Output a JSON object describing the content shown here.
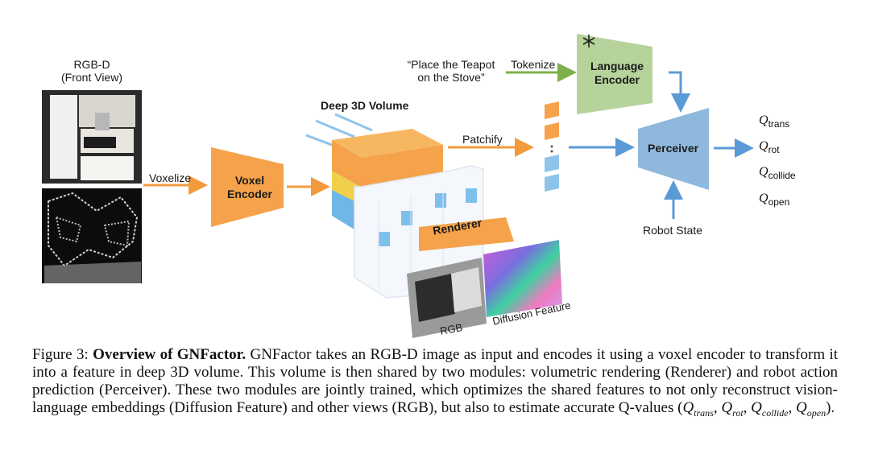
{
  "figure": {
    "input_title_line1": "RGB-D",
    "input_title_line2": "(Front View)",
    "voxelize_label": "Voxelize",
    "voxel_encoder_line1": "Voxel",
    "voxel_encoder_line2": "Encoder",
    "deep_volume_label": "Deep 3D Volume",
    "patchify_label": "Patchify",
    "instruction_line1": "“Place the Teapot",
    "instruction_line2": "on the Stove”",
    "tokenize_label": "Tokenize",
    "language_encoder_line1": "Language",
    "language_encoder_line2": "Encoder",
    "perceiver_label": "Perceiver",
    "robot_state_label": "Robot State",
    "renderer_label": "Renderer",
    "rgb_label": "RGB",
    "diffusion_label": "Diffusion Feature",
    "frozen_icon": "snowflake-icon",
    "outputs": [
      {
        "symbol": "Q",
        "sub": "trans"
      },
      {
        "symbol": "Q",
        "sub": "rot"
      },
      {
        "symbol": "Q",
        "sub": "collide"
      },
      {
        "symbol": "Q",
        "sub": "open"
      }
    ],
    "colors": {
      "orange": "#f5a24a",
      "green": "#b5d39a",
      "blue": "#8fb9dc",
      "arrow_orange": "#f39a3c",
      "arrow_green": "#7db04a",
      "arrow_blue": "#5a9ad6"
    }
  },
  "caption": {
    "figure_num": "Figure 3:",
    "title": "Overview of GNFactor.",
    "text_1": "GNFactor takes an RGB-D image as input and encodes it using a voxel encoder to transform it into a feature in deep 3D volume. This volume is then shared by two modules: volumetric rendering (Renderer) and robot action prediction (Perceiver). These two modules are jointly trained, which optimizes the shared features to not only reconstruct vision-language embeddings (Diffusion Feature) and other views (RGB), but also to estimate accurate Q-values (",
    "q1": "Q",
    "q1_sub": "trans",
    "sep": ", ",
    "q2": "Q",
    "q2_sub": "rot",
    "q3": "Q",
    "q3_sub": "collide",
    "q4": "Q",
    "q4_sub": "open",
    "end": ")."
  }
}
